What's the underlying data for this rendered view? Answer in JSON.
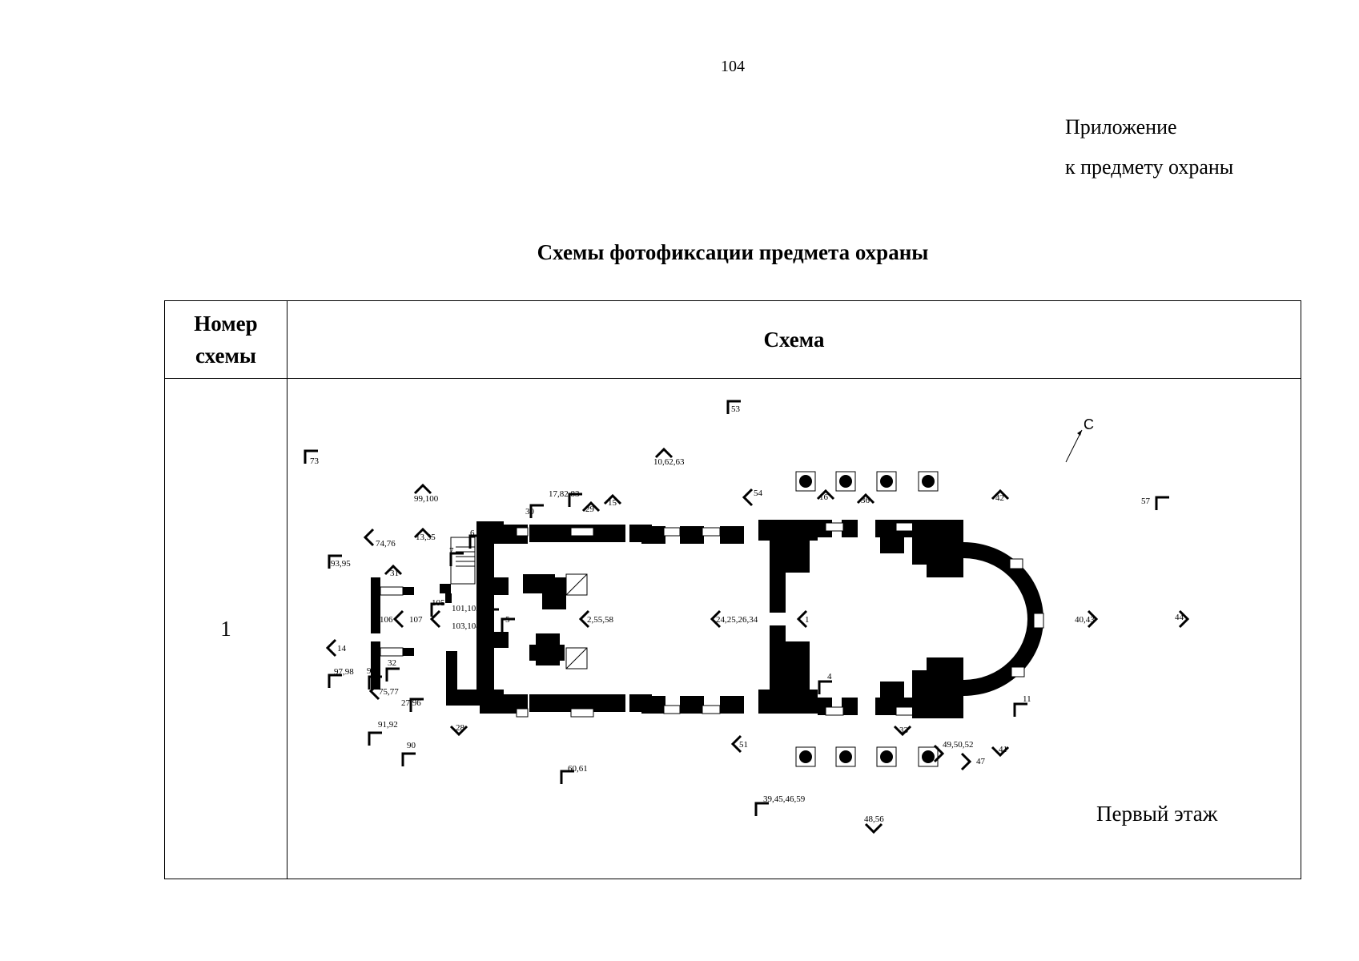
{
  "page_number": "104",
  "annex": {
    "line1": "Приложение",
    "line2": "к предмету охраны"
  },
  "title": "Схемы фотофиксации предмета охраны",
  "table": {
    "headers": {
      "number": "Номер схемы",
      "scheme": "Схема"
    },
    "rows": [
      {
        "number": "1",
        "floor_label": "Первый этаж"
      }
    ]
  },
  "compass_label": "С",
  "viewpoint_labels": [
    "53",
    "73",
    "10,62,63",
    "99,100",
    "17,82,83",
    "30",
    "29",
    "15",
    "54",
    "16",
    "36",
    "42",
    "57",
    "74,76",
    "13,35",
    "6",
    "7",
    "93,95",
    "31",
    "105",
    "101,102",
    "103,104",
    "106",
    "107",
    "5",
    "2,55,58",
    "24,25,26,34",
    "1",
    "40,43",
    "44",
    "14",
    "97,98",
    "94",
    "32",
    "75,77",
    "27,96",
    "4",
    "11",
    "91,92",
    "28",
    "90",
    "33",
    "49,50,52",
    "51",
    "41",
    "47",
    "60,61",
    "39,45,46,59",
    "48,56"
  ]
}
